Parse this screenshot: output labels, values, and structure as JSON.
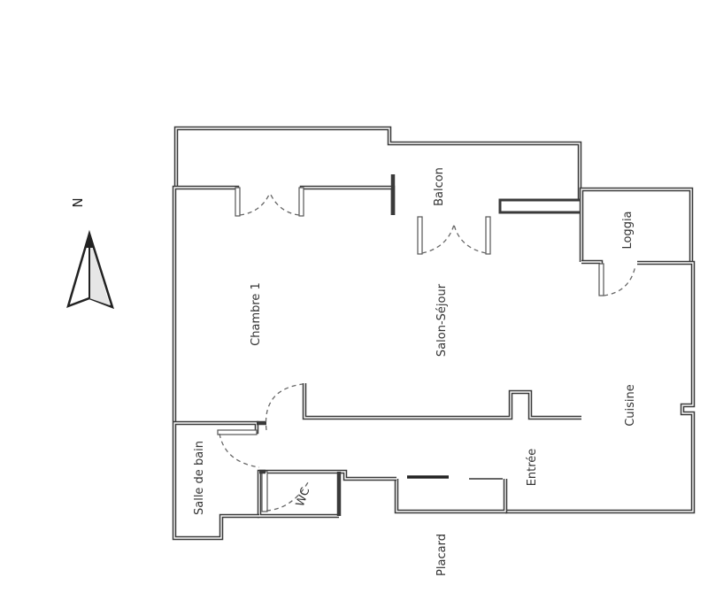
{
  "plan": {
    "north_label": "N",
    "rooms": {
      "chambre": "Chambre 1",
      "salon": "Salon-Séjour",
      "balcon": "Balcon",
      "loggia": "Loggia",
      "cuisine": "Cuisine",
      "entree": "Entrée",
      "salle_de_bain": "Salle de bain",
      "wc": "WC",
      "placard": "Placard"
    },
    "colors": {
      "wall": "#3a3a3a",
      "background": "#ffffff",
      "text": "#333333"
    }
  }
}
